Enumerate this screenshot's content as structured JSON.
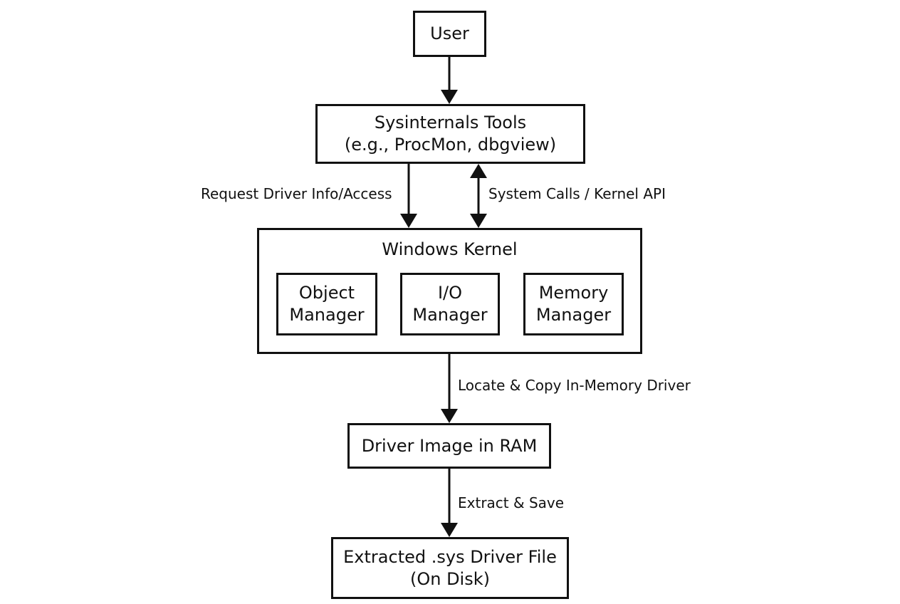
{
  "nodes": {
    "user": {
      "lines": [
        "User"
      ]
    },
    "tools": {
      "lines": [
        "Sysinternals Tools",
        "(e.g., ProcMon, dbgview)"
      ]
    },
    "kernel": {
      "title": "Windows Kernel",
      "object_manager": {
        "lines": [
          "Object",
          "Manager"
        ]
      },
      "io_manager": {
        "lines": [
          "I/O",
          "Manager"
        ]
      },
      "memory_manager": {
        "lines": [
          "Memory",
          "Manager"
        ]
      }
    },
    "ram": {
      "lines": [
        "Driver Image in RAM"
      ]
    },
    "file": {
      "lines": [
        "Extracted .sys Driver File",
        "(On Disk)"
      ]
    }
  },
  "edges": {
    "request": {
      "label": "Request Driver Info/Access"
    },
    "syscalls": {
      "label": "System Calls / Kernel API"
    },
    "locate": {
      "label": "Locate & Copy In-Memory Driver"
    },
    "extract": {
      "label": "Extract & Save"
    }
  },
  "colors": {
    "stroke": "#111111",
    "background": "#ffffff"
  }
}
